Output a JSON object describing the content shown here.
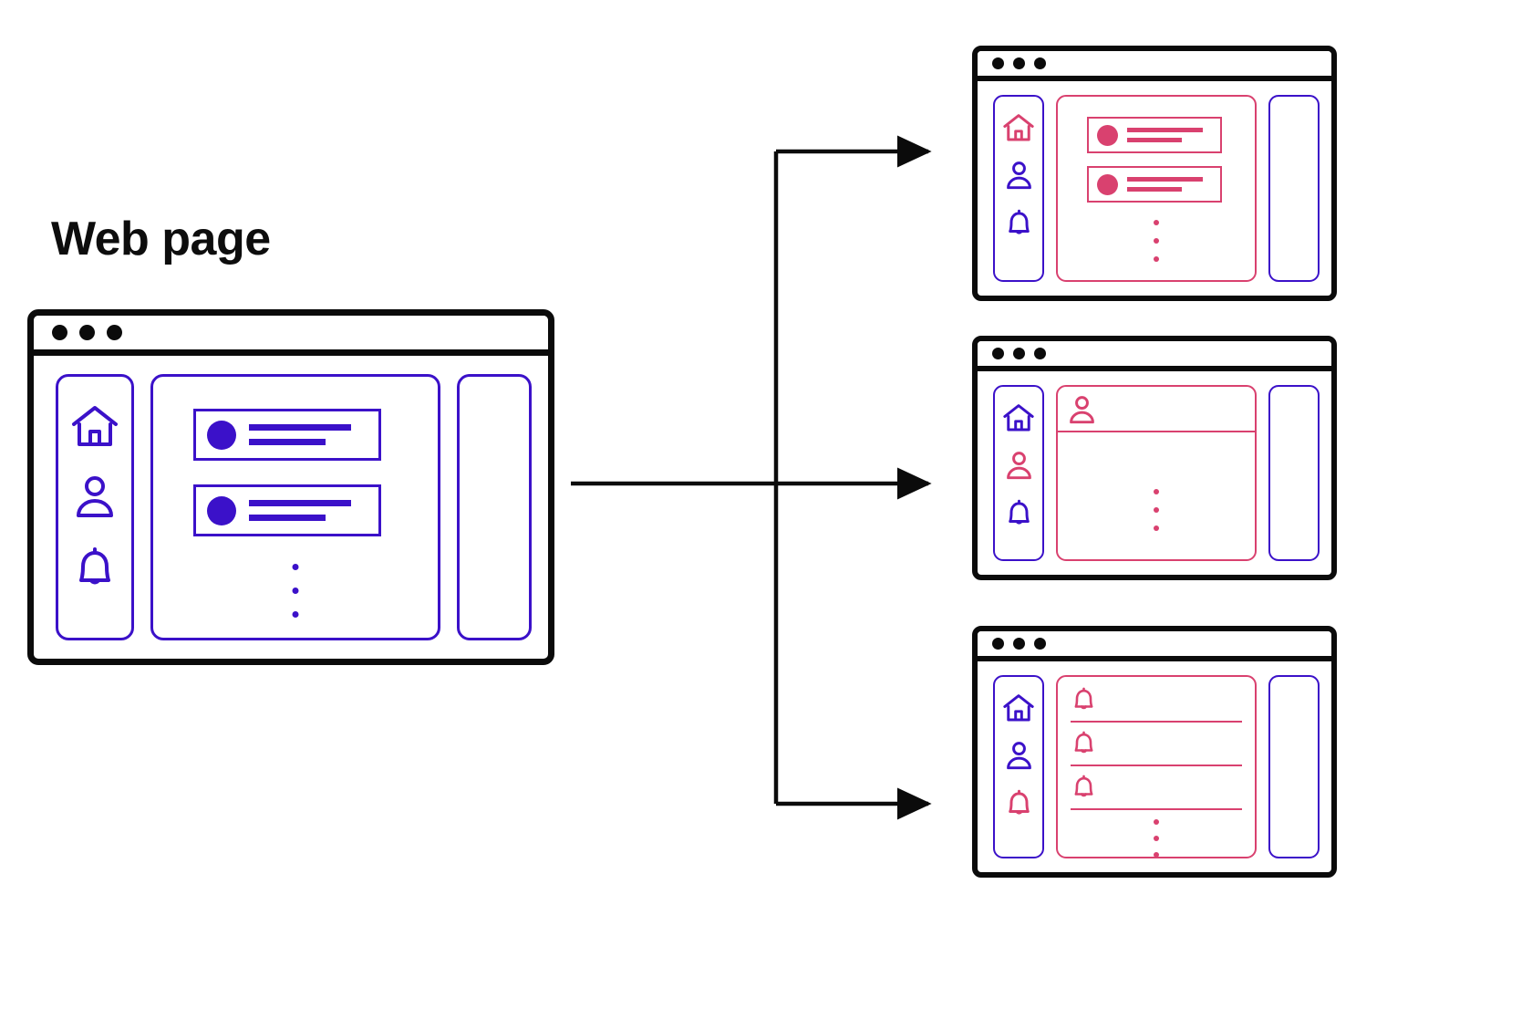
{
  "diagram": {
    "title": "Web page",
    "type": "flow-diagram",
    "description": "A source web page branches into three rendered view variants",
    "colors": {
      "frame": "#0b0b0b",
      "primary_blue": "#3b11c9",
      "accent_pink": "#d9416f",
      "background": "#ffffff",
      "arrow": "#0b0b0b"
    }
  },
  "source": {
    "label": "Web page",
    "window": {
      "dots_count": 3,
      "sidebar": {
        "icons": [
          {
            "name": "home-icon",
            "color": "#3b11c9",
            "active": false
          },
          {
            "name": "person-icon",
            "color": "#3b11c9",
            "active": false
          },
          {
            "name": "bell-icon",
            "color": "#3b11c9",
            "active": false
          }
        ]
      },
      "content": {
        "view": "list",
        "color": "#3b11c9",
        "cards": [
          {
            "avatar": true,
            "lines": 2
          },
          {
            "avatar": true,
            "lines": 2
          }
        ],
        "ellipsis_dots": 3
      },
      "right_rail": {
        "color": "#3b11c9",
        "empty": true
      }
    }
  },
  "variants": [
    {
      "id": "variant-home",
      "dots_count": 3,
      "sidebar": {
        "icons": [
          {
            "name": "home-icon",
            "color": "#d9416f",
            "active": true
          },
          {
            "name": "person-icon",
            "color": "#3b11c9",
            "active": false
          },
          {
            "name": "bell-icon",
            "color": "#3b11c9",
            "active": false
          }
        ],
        "panel_color": "#3b11c9"
      },
      "content": {
        "view": "list",
        "color": "#d9416f",
        "cards": [
          {
            "avatar": true,
            "lines": 2
          },
          {
            "avatar": true,
            "lines": 2
          }
        ],
        "ellipsis_dots": 3
      },
      "right_rail": {
        "color": "#3b11c9",
        "empty": true
      }
    },
    {
      "id": "variant-profile",
      "dots_count": 3,
      "sidebar": {
        "icons": [
          {
            "name": "home-icon",
            "color": "#3b11c9",
            "active": false
          },
          {
            "name": "person-icon",
            "color": "#d9416f",
            "active": true
          },
          {
            "name": "bell-icon",
            "color": "#3b11c9",
            "active": false
          }
        ],
        "panel_color": "#3b11c9"
      },
      "content": {
        "view": "profile",
        "color": "#d9416f",
        "header_icon": "person-icon",
        "has_divider": true,
        "ellipsis_dots": 3
      },
      "right_rail": {
        "color": "#3b11c9",
        "empty": true
      }
    },
    {
      "id": "variant-notifications",
      "dots_count": 3,
      "sidebar": {
        "icons": [
          {
            "name": "home-icon",
            "color": "#3b11c9",
            "active": false
          },
          {
            "name": "person-icon",
            "color": "#3b11c9",
            "active": false
          },
          {
            "name": "bell-icon",
            "color": "#d9416f",
            "active": true
          }
        ],
        "panel_color": "#3b11c9"
      },
      "content": {
        "view": "notifications",
        "color": "#d9416f",
        "rows": [
          {
            "icon": "bell-icon",
            "rule": true
          },
          {
            "icon": "bell-icon",
            "rule": true
          },
          {
            "icon": "bell-icon",
            "rule": true
          }
        ],
        "ellipsis_dots": 3
      },
      "right_rail": {
        "color": "#3b11c9",
        "empty": true
      }
    }
  ],
  "connectors": {
    "count": 3,
    "style": "elbow-with-arrowhead",
    "color": "#0b0b0b",
    "targets": [
      "variant-home",
      "variant-profile",
      "variant-notifications"
    ]
  }
}
